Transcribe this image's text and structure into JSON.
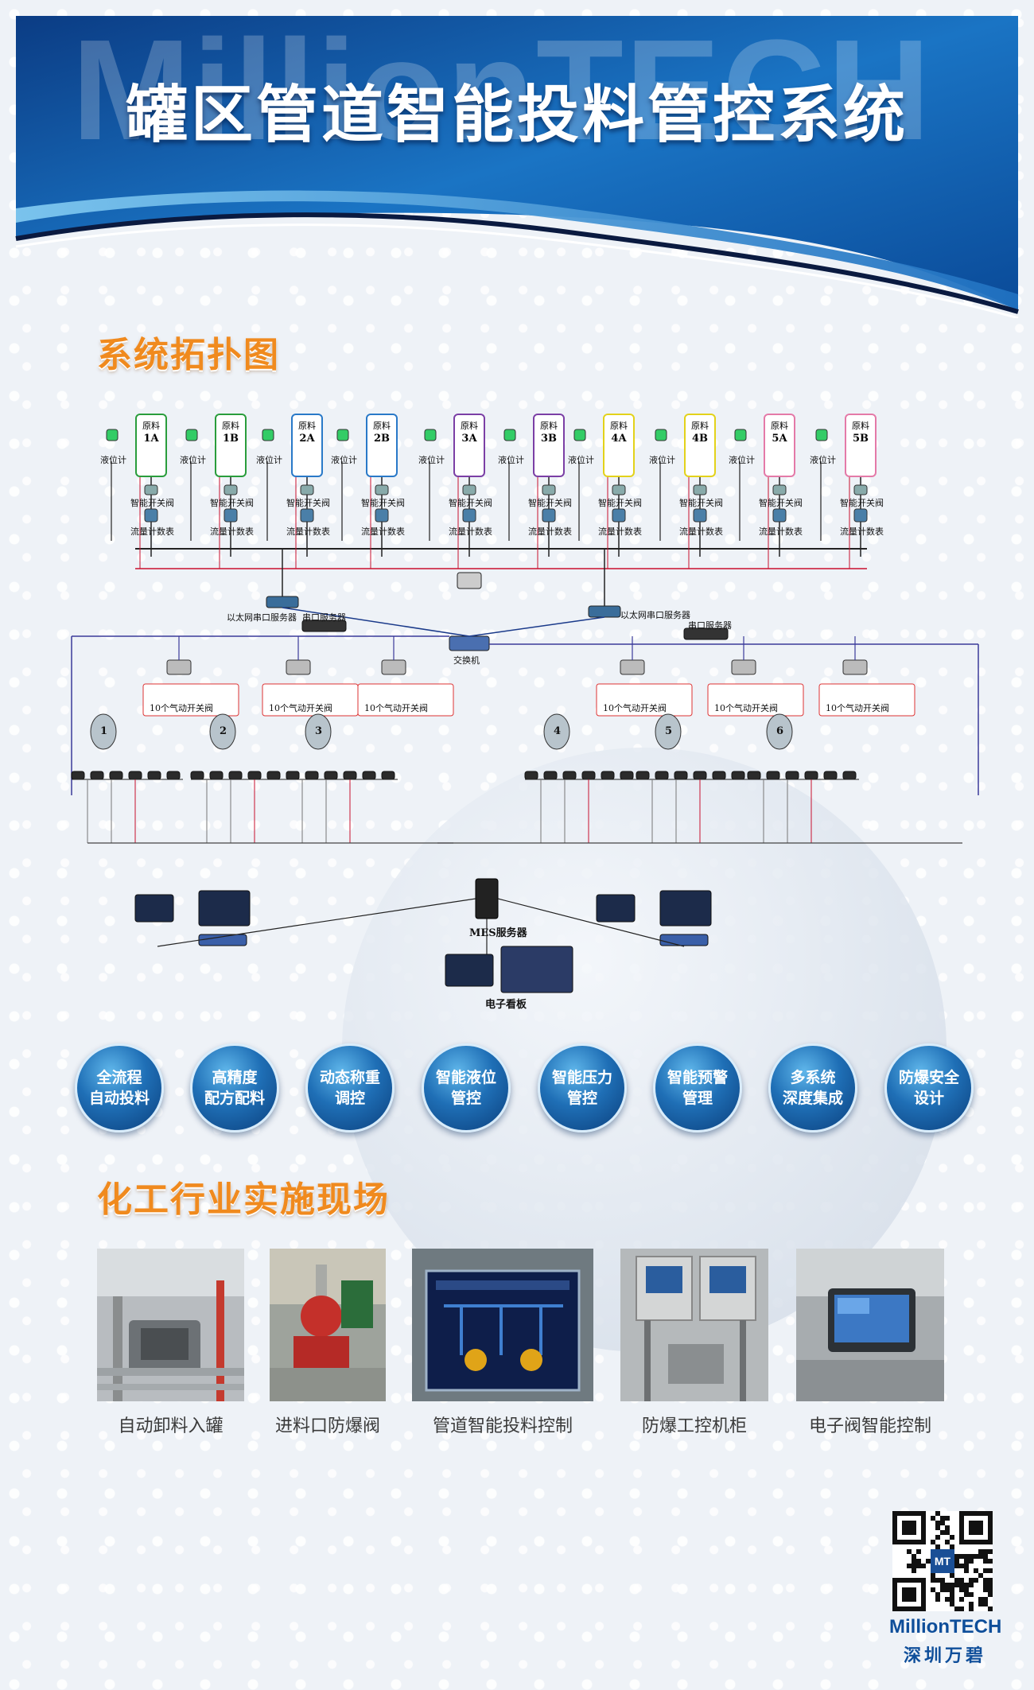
{
  "header": {
    "watermark": "MillionTECH",
    "title": "罐区管道智能投料管控系统"
  },
  "topology": {
    "section_title": "系统拓扑图",
    "tanks": [
      {
        "label": "原料",
        "code": "1A",
        "color": "#2a9d3c"
      },
      {
        "label": "原料",
        "code": "1B",
        "color": "#2a9d3c"
      },
      {
        "label": "原料",
        "code": "2A",
        "color": "#2979c8"
      },
      {
        "label": "原料",
        "code": "2B",
        "color": "#2979c8"
      },
      {
        "label": "原料",
        "code": "3A",
        "color": "#7b3fa5"
      },
      {
        "label": "原料",
        "code": "3B",
        "color": "#7b3fa5"
      },
      {
        "label": "原料",
        "code": "4A",
        "color": "#e3d21a"
      },
      {
        "label": "原料",
        "code": "4B",
        "color": "#e3d21a"
      },
      {
        "label": "原料",
        "code": "5A",
        "color": "#e47aa8"
      },
      {
        "label": "原料",
        "code": "5B",
        "color": "#e47aa8"
      }
    ],
    "tank_side_label": "液位计",
    "valve_label": "智能开关阀",
    "meter_label": "流量计数表",
    "switch_left": "以太网串口服务器",
    "switch_right": "以太网串口服务器",
    "serial_left": "串口服务器",
    "serial_right": "串口服务器",
    "hub_label": "交换机",
    "controller_label": "10个气动开关阀",
    "reactors": [
      "1",
      "2",
      "3",
      "4",
      "5",
      "6"
    ],
    "server_label": "MES服务器",
    "board_label": "电子看板"
  },
  "features": [
    {
      "line1": "全流程",
      "line2": "自动投料"
    },
    {
      "line1": "高精度",
      "line2": "配方配料"
    },
    {
      "line1": "动态称重",
      "line2": "调控"
    },
    {
      "line1": "智能液位",
      "line2": "管控"
    },
    {
      "line1": "智能压力",
      "line2": "管控"
    },
    {
      "line1": "智能预警",
      "line2": "管理"
    },
    {
      "line1": "多系统",
      "line2": "深度集成"
    },
    {
      "line1": "防爆安全",
      "line2": "设计"
    }
  ],
  "sites": {
    "section_title": "化工行业实施现场",
    "photos": [
      {
        "caption": "自动卸料入罐"
      },
      {
        "caption": "进料口防爆阀"
      },
      {
        "caption": "管道智能投料控制"
      },
      {
        "caption": "防爆工控机柜"
      },
      {
        "caption": "电子阀智能控制"
      }
    ]
  },
  "brand": {
    "qr_badge": "MT",
    "name_en": "MillionTECH",
    "name_cn": "深圳万碧"
  },
  "colors": {
    "accent_orange": "#f08a1e",
    "header_blue": "#0d4f9c",
    "brand_blue": "#0e4e9a"
  }
}
